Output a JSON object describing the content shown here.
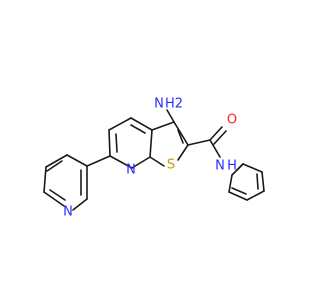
{
  "structure": {
    "atoms": {
      "amine_n": "N",
      "amine_h2": "H2",
      "carbonyl_o": "O",
      "amide_nh": "N",
      "amide_h": "H",
      "thiophene_s": "S",
      "pyridine_n_fused": "N",
      "pyridine_n_substituent": "N"
    }
  },
  "colors": {
    "bond": "#1a1a1a",
    "nitrogen": "#2c2cff",
    "oxygen": "#ff2020",
    "sulfur": "#c8a000"
  }
}
